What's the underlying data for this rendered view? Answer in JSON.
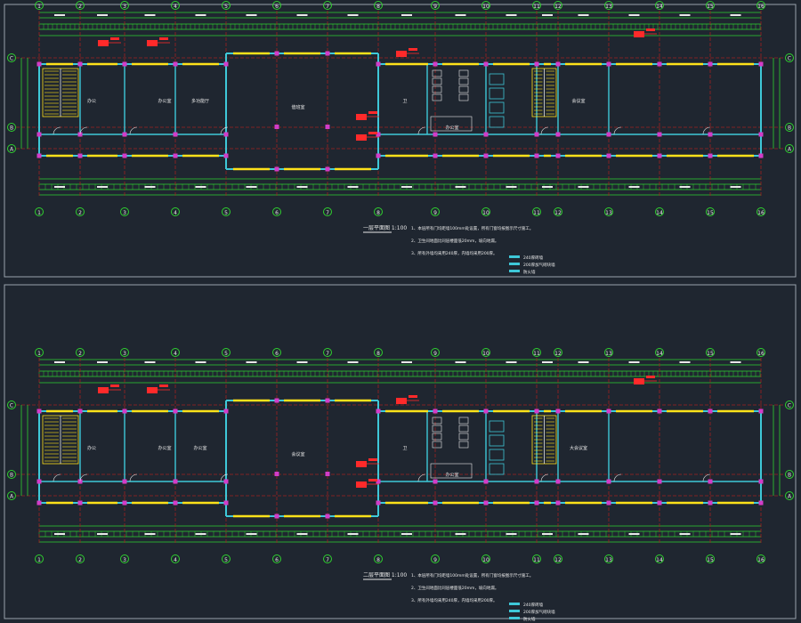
{
  "colors": {
    "background": "#1f2630",
    "frame": "#9aa3ad",
    "grid_axis": "#a02020",
    "axis_bubble": "#2fd02f",
    "dimension": "#2fd02f",
    "wall": "#3ec8d8",
    "window": "#ffe21a",
    "column": "#d23cc8",
    "callout": "#ff2a2a",
    "text": "#e8e8e8",
    "legend_cyan": "#3ec8d8"
  },
  "axes": {
    "top_labels": [
      "1",
      "2",
      "3",
      "4",
      "5",
      "6",
      "7",
      "8",
      "9",
      "10",
      "11",
      "12",
      "13",
      "14",
      "15",
      "16"
    ],
    "side_labels": [
      "C",
      "B",
      "A"
    ]
  },
  "plans": [
    {
      "title": "一层平面图 1:100",
      "rooms": [
        "办公",
        "办公室",
        "多功能厅",
        "值班室",
        "卫",
        "办公室",
        "会议室"
      ],
      "notes": [
        "1、本层所有门均距墙100mm处设置，所有门窗均按图示尺寸施工。",
        "2、卫生间地面比同层楼面低20mm，坡向地漏。",
        "3、所有外墙均采用240厚，内墙均采用200厚。"
      ],
      "legend": [
        "240厚砖墙",
        "200厚加气砌块墙",
        "防火墙"
      ]
    },
    {
      "title": "二层平面图 1:100",
      "rooms": [
        "办公",
        "办公室",
        "办公室",
        "会议室",
        "卫",
        "办公室",
        "大会议室"
      ],
      "notes": [
        "1、本层所有门均距墙100mm处设置，所有门窗均按图示尺寸施工。",
        "2、卫生间地面比同层楼面低20mm，坡向地漏。",
        "3、所有外墙均采用240厚，内墙均采用200厚。"
      ],
      "legend": [
        "240厚砖墙",
        "200厚加气砌块墙",
        "防火墙"
      ]
    }
  ]
}
